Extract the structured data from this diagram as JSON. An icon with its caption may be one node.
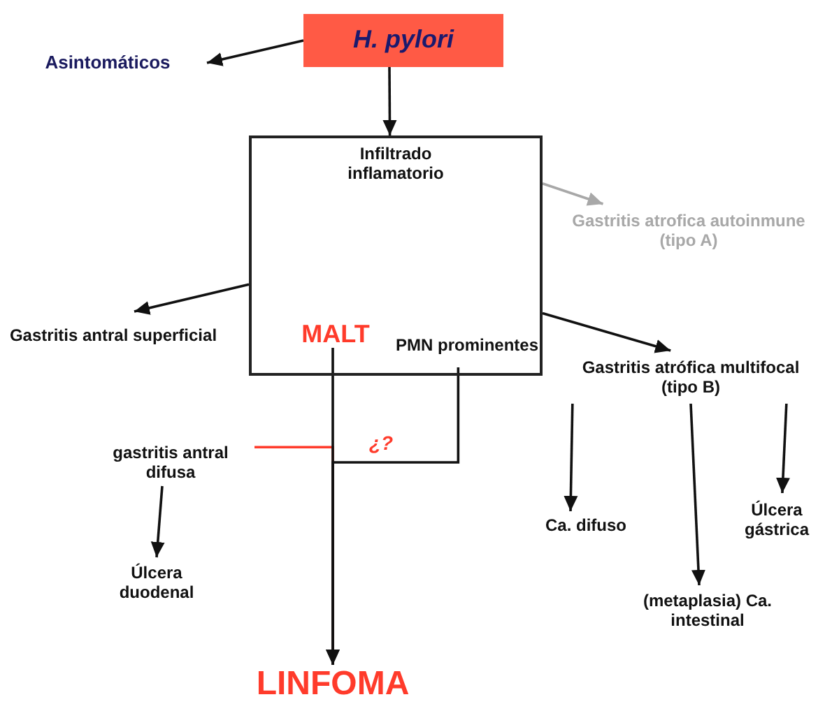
{
  "diagram": {
    "nodes": [
      {
        "text": [
          "H. pylori"
        ]
      },
      {
        "text": [
          "Asintomáticos"
        ]
      },
      {
        "text": [
          "Infiltrado inflamatorio"
        ]
      },
      {
        "text": [
          "MALT"
        ],
        "in": 2
      },
      {
        "text": [
          "PMN prominentes"
        ],
        "in": 2
      },
      {
        "text": [
          "Gastritis atrofica autoinmune (tipo A)"
        ]
      },
      {
        "text": [
          "Gastritis antral superficial"
        ]
      },
      {
        "text": [
          "Gastritis atrófica multifocal (tipo B)"
        ]
      },
      {
        "text": [
          "gastritis antral difusa"
        ]
      },
      {
        "text": [
          "Úlcera duodenal"
        ]
      },
      {
        "text": [
          "Ca. difuso"
        ]
      },
      {
        "text": [
          "(metaplasia) Ca. intestinal"
        ]
      },
      {
        "text": [
          "Úlcera gástrica"
        ]
      },
      {
        "text": [
          "LINFOMA"
        ]
      }
    ],
    "edges": [
      {
        "from": 0,
        "to": 1,
        "arrow": "to"
      },
      {
        "from": 0,
        "to": 2,
        "arrow": "to"
      },
      {
        "from": 2,
        "to": 5,
        "arrow": "to",
        "color": "#a8a8a8"
      },
      {
        "from": 2,
        "to": 6,
        "arrow": "to"
      },
      {
        "from": 2,
        "to": 7,
        "arrow": "to"
      },
      {
        "from": 3,
        "to": 13,
        "arrow": "to"
      },
      {
        "from": 4,
        "to": 13,
        "arrow": "to",
        "label": "¿?"
      },
      {
        "from": 8,
        "to": 13,
        "arrow": "none",
        "color": "#ff3b2b"
      },
      {
        "from": 8,
        "to": 9,
        "arrow": "to"
      },
      {
        "from": 7,
        "to": 10,
        "arrow": "to"
      },
      {
        "from": 7,
        "to": 11,
        "arrow": "to"
      },
      {
        "from": 7,
        "to": 12,
        "arrow": "to"
      }
    ]
  }
}
